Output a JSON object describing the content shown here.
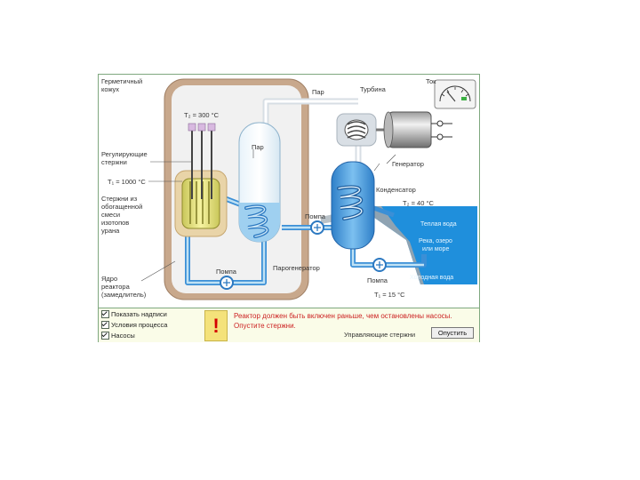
{
  "labels": {
    "containment": [
      "Герметичный",
      "кожух"
    ],
    "steam": "Пар",
    "turbine": "Турбина",
    "current": "Ток",
    "t2_value": "T₂ = 300 °C",
    "control_rods": [
      "Регулирующие",
      "стержни"
    ],
    "t1_core": "T₁ = 1000 °C",
    "fuel_rods": [
      "Стержни из",
      "обогащенной",
      "смеси",
      "изотопов",
      "урана"
    ],
    "steam_vessel": "Пар",
    "generator": "Генератор",
    "condenser": "Конденсатор",
    "t_condenser": "T₂ = 40 °C",
    "pump_mid": "Помпа",
    "warm_water": "Теплая вода",
    "river": [
      "Река, озеро",
      "или море"
    ],
    "pump_left": "Помпа",
    "steam_generator": "Парогенератор",
    "cold_water": "Холодная вода",
    "core": [
      "Ядро",
      "реактора",
      "(замедлитель)"
    ],
    "pump_right": "Помпа",
    "t_cold": "T₁ = 15 °C"
  },
  "options": [
    {
      "label": "Показать надписи",
      "checked": true
    },
    {
      "label": "Условия процесса",
      "checked": true
    },
    {
      "label": "Насосы",
      "checked": true
    }
  ],
  "warning": {
    "symbol": "!",
    "message": "Реактор должен быть включен раньше, чем остановлены насосы. Опустите стержни."
  },
  "controls": {
    "rods_label": "Управляющие стержни",
    "start_button": "Опустить"
  },
  "colors": {
    "water": "#3a9ee0",
    "light_water": "#bfe1f4",
    "pipe": "#3b8fd6",
    "containment": "#c8a88c",
    "warning_text": "#cc2222",
    "warning_bg": "#f4e27a"
  }
}
